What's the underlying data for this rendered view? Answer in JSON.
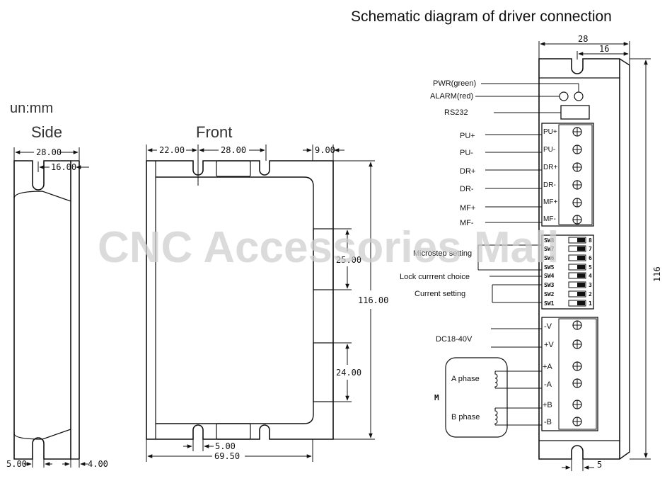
{
  "title": "Schematic diagram of driver connection",
  "unit": "un:mm",
  "watermark": "CNC Accessories Mall",
  "side": {
    "label": "Side",
    "dims": {
      "width": "28.00",
      "notch": "16.00",
      "bottom_left": "5.00",
      "bottom_right": "4.00"
    }
  },
  "front": {
    "label": "Front",
    "dims": {
      "left": "22.00",
      "center": "28.00",
      "right": "9.00",
      "height": "116.00",
      "upper": "25.00",
      "lower": "24.00",
      "slot": "5.00",
      "width": "69.50"
    }
  },
  "driver": {
    "dims": {
      "width": "28",
      "inner": "16",
      "height": "116",
      "bottom": "5"
    },
    "indicators": [
      "PWR(green)",
      "ALARM(red)",
      "RS232"
    ],
    "signals": [
      {
        "name": "PU+",
        "pin": "PU+"
      },
      {
        "name": "PU-",
        "pin": "PU-"
      },
      {
        "name": "DR+",
        "pin": "DR+"
      },
      {
        "name": "DR-",
        "pin": "DR-"
      },
      {
        "name": "MF+",
        "pin": "MF+"
      },
      {
        "name": "MF-",
        "pin": "MF-"
      }
    ],
    "switches": [
      {
        "label": "SW8",
        "num": "8"
      },
      {
        "label": "SW7",
        "num": "7"
      },
      {
        "label": "SW6",
        "num": "6"
      },
      {
        "label": "SW5",
        "num": "5"
      },
      {
        "label": "SW4",
        "num": "4"
      },
      {
        "label": "SW3",
        "num": "3"
      },
      {
        "label": "SW2",
        "num": "2"
      },
      {
        "label": "SW1",
        "num": "1"
      }
    ],
    "switch_groups": [
      "Microstep setting",
      "Lock currrent choice",
      "Current setting"
    ],
    "power_label": "DC18-40V",
    "power_pins": [
      "-V",
      "+V",
      "+A",
      "-A",
      "+B",
      "-B"
    ],
    "motor": {
      "label": "M",
      "phase_a": "A phase",
      "phase_b": "B phase"
    }
  }
}
